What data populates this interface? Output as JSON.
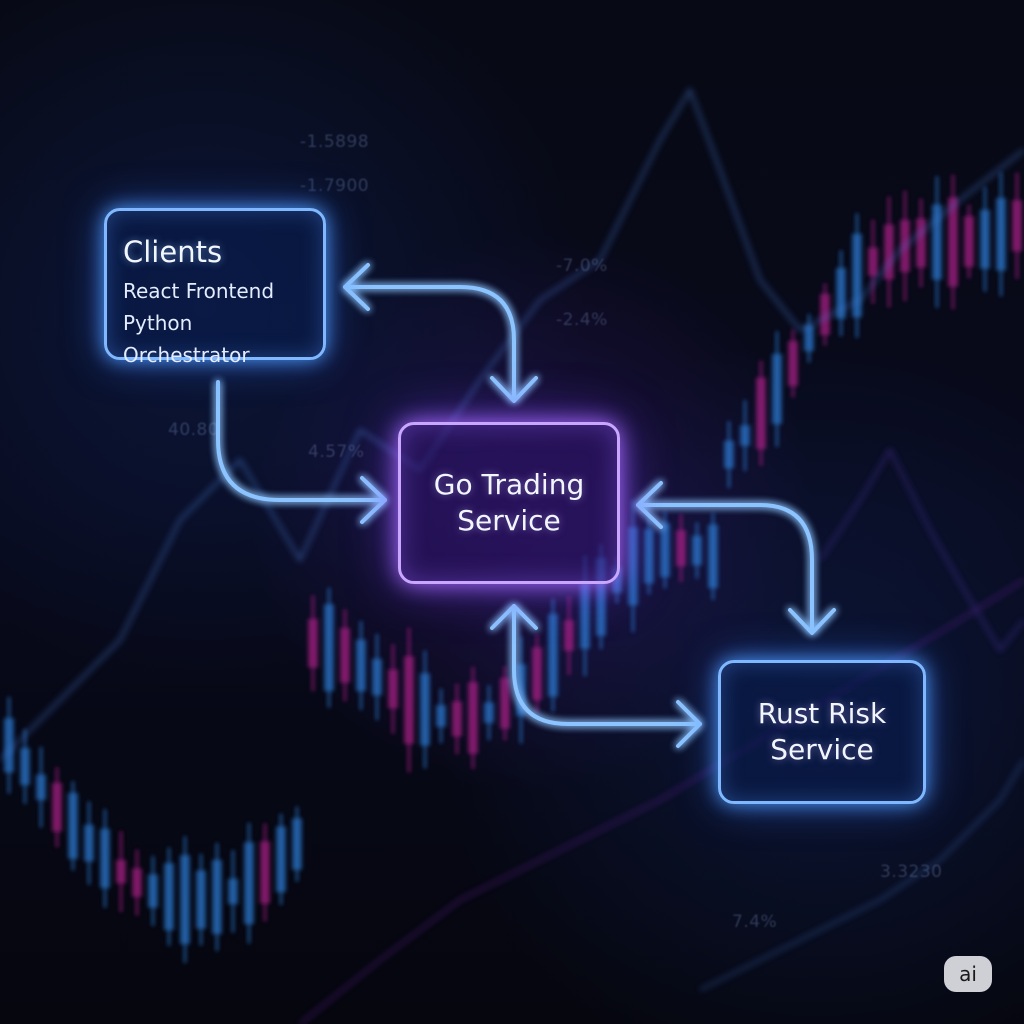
{
  "nodes": {
    "clients": {
      "title": "Clients",
      "items": [
        "React Frontend",
        "Python Orchestrator"
      ]
    },
    "go_trading": {
      "label": "Go Trading Service"
    },
    "rust_risk": {
      "label": "Rust Risk Service"
    }
  },
  "edges": [
    {
      "from": "clients",
      "to": "go_trading",
      "direction": "bidirectional"
    },
    {
      "from": "clients",
      "to": "go_trading",
      "direction": "one-way"
    },
    {
      "from": "go_trading",
      "to": "rust_risk",
      "direction": "bidirectional"
    },
    {
      "from": "rust_risk",
      "to": "go_trading",
      "direction": "bidirectional"
    }
  ],
  "background_tickers": [
    "-1.5898",
    "-1.7900",
    "-7.0%",
    "-2.4%",
    "4.57%",
    "7.4%",
    "3.3230",
    "40.80"
  ],
  "badge": {
    "label": "ai"
  },
  "colors": {
    "background": "#05060f",
    "node_blue": "#7fb8ff",
    "node_purple": "#c9a6ff",
    "arrow": "#8cc4ff",
    "candle_blue": "#2f7fd8",
    "candle_magenta": "#b0208a"
  }
}
